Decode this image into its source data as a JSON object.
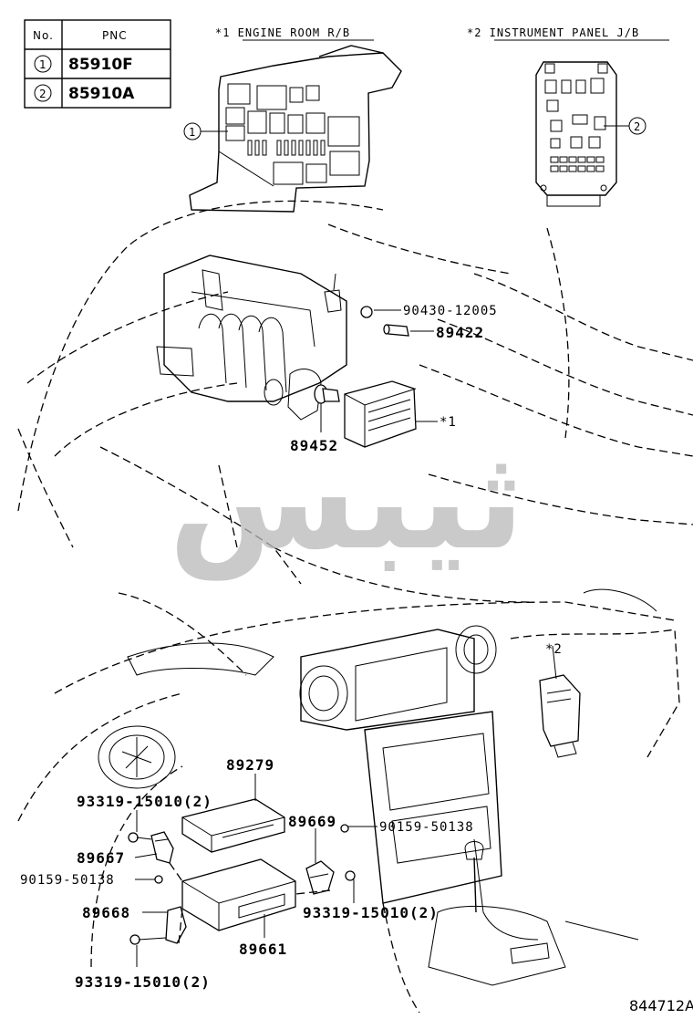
{
  "table": {
    "headers": {
      "no": "No.",
      "pnc": "PNC"
    },
    "rows": [
      {
        "no": "1",
        "pnc": "85910F"
      },
      {
        "no": "2",
        "pnc": "85910A"
      }
    ]
  },
  "views": {
    "engine_room": "*1 ENGINE ROOM R/B",
    "instrument_panel": "*2 INSTRUMENT PANEL J/B"
  },
  "callouts": {
    "c1": "1",
    "c2": "2"
  },
  "labels": {
    "p90430": "90430-12005",
    "p89422": "89422",
    "p89452": "89452",
    "star1": "*1",
    "star2": "*2",
    "p89279": "89279",
    "p93319_a": "93319-15010(2)",
    "p89669": "89669",
    "p90159_a": "90159-50138",
    "p89667": "89667",
    "p90159_b": "90159-50138",
    "p89668": "89668",
    "p93319_b": "93319-15010(2)",
    "p89661": "89661",
    "p93319_c": "93319-15010(2)"
  },
  "watermark": "ثيبس",
  "diagram_id": "844712A"
}
